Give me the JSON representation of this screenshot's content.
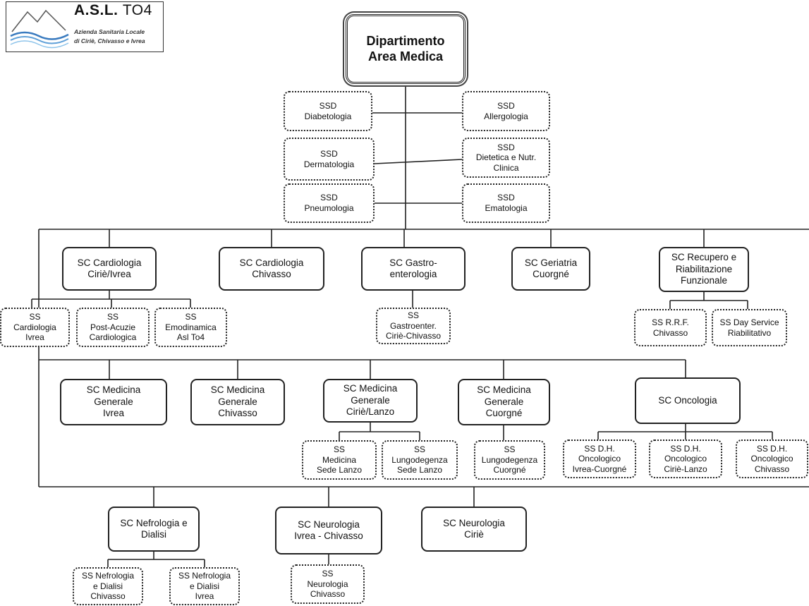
{
  "logo": {
    "title": "A.S.L.",
    "title_code": "TO4",
    "sub1": "Azienda Sanitaria Locale",
    "sub2": "di Ciriè, Chivasso e Ivrea"
  },
  "department": {
    "line1": "Dipartimento",
    "line2": "Area Medica"
  },
  "ssd": {
    "diabetologia": [
      "SSD",
      "Diabetologia"
    ],
    "allergologia": [
      "SSD",
      "Allergologia"
    ],
    "dermatologia": [
      "SSD",
      "Dermatologia"
    ],
    "dietetica": [
      "SSD",
      "Dietetica e Nutr.",
      "Clinica"
    ],
    "pneumologia": [
      "SSD",
      "Pneumologia"
    ],
    "ematologia": [
      "SSD",
      "Ematologia"
    ]
  },
  "row1": {
    "cardiologia_cirie": [
      "SC Cardiologia",
      "Ciriè/Ivrea"
    ],
    "cardiologia_chivasso": [
      "SC Cardiologia",
      "Chivasso"
    ],
    "gastro": [
      "SC Gastro-",
      "enterologia"
    ],
    "geriatria": [
      "SC Geriatria",
      "Cuorgné"
    ],
    "recupero": [
      "SC Recupero e",
      "Riabilitazione",
      "Funzionale"
    ],
    "ss_cardio_ivrea": [
      "SS",
      "Cardiologia",
      "Ivrea"
    ],
    "ss_post_acuzie": [
      "SS",
      "Post-Acuzie",
      "Cardiologica"
    ],
    "ss_emodinamica": [
      "SS",
      "Emodinamica",
      "Asl To4"
    ],
    "ss_gastroenter": [
      "SS",
      "Gastroenter.",
      "Ciriè-Chivasso"
    ],
    "ss_rrf": [
      "SS R.R.F.",
      "Chivasso"
    ],
    "ss_day_service": [
      "SS Day Service",
      "Riabilitativo"
    ]
  },
  "row2": {
    "med_ivrea": [
      "SC Medicina",
      "Generale",
      "Ivrea"
    ],
    "med_chivasso": [
      "SC Medicina",
      "Generale",
      "Chivasso"
    ],
    "med_cirie": [
      "SC Medicina",
      "Generale",
      "Ciriè/Lanzo"
    ],
    "med_cuorgne": [
      "SC Medicina",
      "Generale",
      "Cuorgné"
    ],
    "oncologia": [
      "SC Oncologia"
    ],
    "ss_med_lanzo": [
      "SS",
      "Medicina",
      "Sede Lanzo"
    ],
    "ss_lungo_lanzo": [
      "SS",
      "Lungodegenza",
      "Sede Lanzo"
    ],
    "ss_lungo_cuorgne": [
      "SS",
      "Lungodegenza",
      "Cuorgné"
    ],
    "ss_onco_ivrea": [
      "SS D.H.",
      "Oncologico",
      "Ivrea-Cuorgné"
    ],
    "ss_onco_cirie": [
      "SS D.H.",
      "Oncologico",
      "Ciriè-Lanzo"
    ],
    "ss_onco_chivasso": [
      "SS D.H.",
      "Oncologico",
      "Chivasso"
    ]
  },
  "row3": {
    "nefrologia": [
      "SC Nefrologia e",
      "Dialisi"
    ],
    "neuro_ivrea": [
      "SC Neurologia",
      "Ivrea - Chivasso"
    ],
    "neuro_cirie": [
      "SC Neurologia",
      "Ciriè"
    ],
    "ss_nefro_chivasso": [
      "SS Nefrologia",
      "e Dialisi",
      "Chivasso"
    ],
    "ss_nefro_ivrea": [
      "SS Nefrologia",
      "e Dialisi",
      "Ivrea"
    ],
    "ss_neuro_chivasso": [
      "SS",
      "Neurologia",
      "Chivasso"
    ]
  }
}
